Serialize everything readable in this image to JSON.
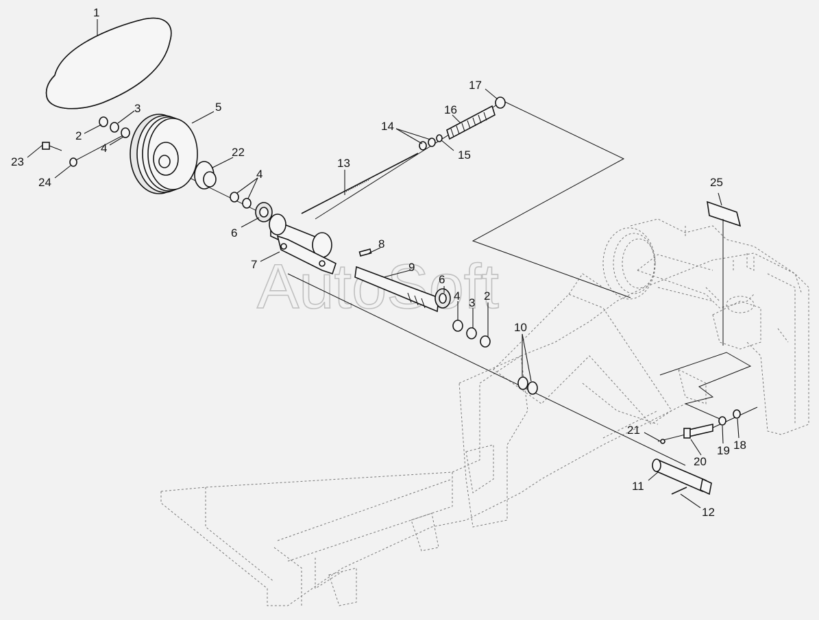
{
  "watermark": "AutoSoft",
  "labels": {
    "l1": "1",
    "l2a": "2",
    "l3a": "3",
    "l4a": "4",
    "l5": "5",
    "l23": "23",
    "l24": "24",
    "l22": "22",
    "l4b": "4",
    "l6a": "6",
    "l7": "7",
    "l13": "13",
    "l14": "14",
    "l15": "15",
    "l16": "16",
    "l17": "17",
    "l8": "8",
    "l9": "9",
    "l6b": "6",
    "l4c": "4",
    "l3b": "3",
    "l2b": "2",
    "l10": "10",
    "l25": "25",
    "l21": "21",
    "l20": "20",
    "l19": "19",
    "l18": "18",
    "l11": "11",
    "l12": "12"
  }
}
